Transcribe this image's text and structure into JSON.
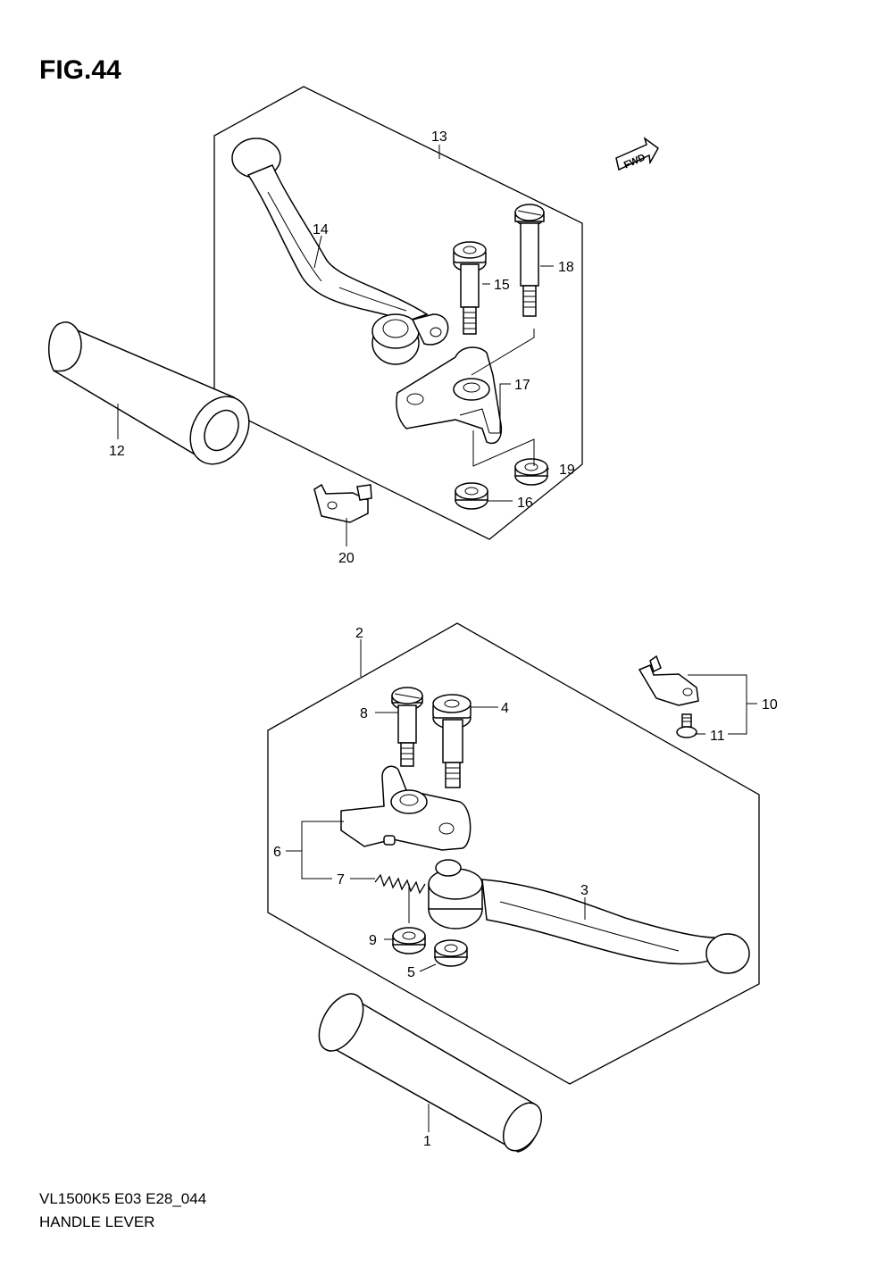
{
  "figure": {
    "title": "FIG.44",
    "model_code": "VL1500K5 E03 E28_044",
    "section_title": "HANDLE LEVER",
    "direction_label": "FWD"
  },
  "callouts": [
    {
      "id": "1",
      "text": "1"
    },
    {
      "id": "2",
      "text": "2"
    },
    {
      "id": "3",
      "text": "3"
    },
    {
      "id": "4",
      "text": "4"
    },
    {
      "id": "5",
      "text": "5"
    },
    {
      "id": "6",
      "text": "6"
    },
    {
      "id": "7",
      "text": "7"
    },
    {
      "id": "8",
      "text": "8"
    },
    {
      "id": "9",
      "text": "9"
    },
    {
      "id": "10",
      "text": "10"
    },
    {
      "id": "11",
      "text": "11"
    },
    {
      "id": "12",
      "text": "12"
    },
    {
      "id": "13",
      "text": "13"
    },
    {
      "id": "14",
      "text": "14"
    },
    {
      "id": "15",
      "text": "15"
    },
    {
      "id": "16",
      "text": "16"
    },
    {
      "id": "17",
      "text": "17"
    },
    {
      "id": "18",
      "text": "18"
    },
    {
      "id": "19",
      "text": "19"
    },
    {
      "id": "20",
      "text": "20"
    }
  ]
}
